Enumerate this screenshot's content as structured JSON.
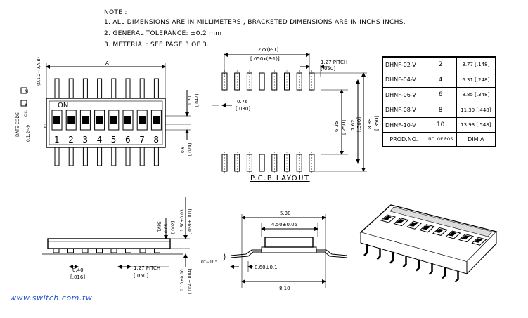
{
  "notes": {
    "heading": "NOTE :",
    "items": [
      "1. ALL DIMENSIONS ARE IN MILLIMETERS , BRACKETED DIMENSIONS ARE IN INCHS INCHS.",
      "2. GENERAL TOLERANCE: ±0.2 mm",
      "3. METERIAL: SEE PAGE 3 OF 3."
    ]
  },
  "top_view": {
    "dim_a": "A",
    "on_label": "ON",
    "positions": [
      "1",
      "2",
      "3",
      "4",
      "5",
      "6",
      "7",
      "8"
    ],
    "side_code": "19",
    "date_code_label": "DATE CODE",
    "date_code_sub": "C.C.",
    "y_box": "Y",
    "m_box": "M",
    "range1": "(0,1,2~9,A,B)",
    "range2": "0,1,2~9",
    "dim_120": "1.20",
    "dim_120_in": "[.047]",
    "dim_06": "0.6",
    "dim_06_in": "[.024]"
  },
  "pcb_layout": {
    "title": "P.C.B LAYOUT",
    "pitch_formula": "1.27x(P-1)",
    "pitch_formula_in": "[.050x(P-1)]",
    "pitch": "1.27 PITCH",
    "pitch_in": "[.050]",
    "pad_w": "0.76",
    "pad_w_in": "[.030]",
    "d635": "6.35",
    "d635_in": "[.250]",
    "d762": "7.62",
    "d762_in": "[.300]",
    "d889": "8.89",
    "d889_in": "[.350]"
  },
  "table": {
    "rows": [
      {
        "model": "DHNF-02-V",
        "pos": "2",
        "dim": "3.77 [.148]"
      },
      {
        "model": "DHNF-04-V",
        "pos": "4",
        "dim": "6.31 [.248]"
      },
      {
        "model": "DHNF-06-V",
        "pos": "6",
        "dim": "8.85 [.348]"
      },
      {
        "model": "DHNF-08-V",
        "pos": "8",
        "dim": "11.39 [.448]"
      },
      {
        "model": "DHNF-10-V",
        "pos": "10",
        "dim": "13.93 [.548]"
      }
    ],
    "header": {
      "prod": "PROD.NO.",
      "nopos": "NO. OF POS",
      "dim": "DIM A"
    }
  },
  "side_view": {
    "tape": "TAPE",
    "tape_v": "0.05",
    "tape_in": "[.002]",
    "h150": "1.50±0.03",
    "h150_in": "[.059±.001]",
    "h010": "0.10±0.10",
    "h010_in": "[.004±.004]",
    "d040": "0.40",
    "d040_in": "[.016]",
    "pitch": "1.27 PITCH",
    "pitch_in": "[.050]"
  },
  "end_view": {
    "w530": "5.30",
    "w450": "4.50±0.05",
    "angle": "0°~10°",
    "d060": "0.60±0.1",
    "w810": "8.10"
  },
  "website": "www.switch.com.tw"
}
